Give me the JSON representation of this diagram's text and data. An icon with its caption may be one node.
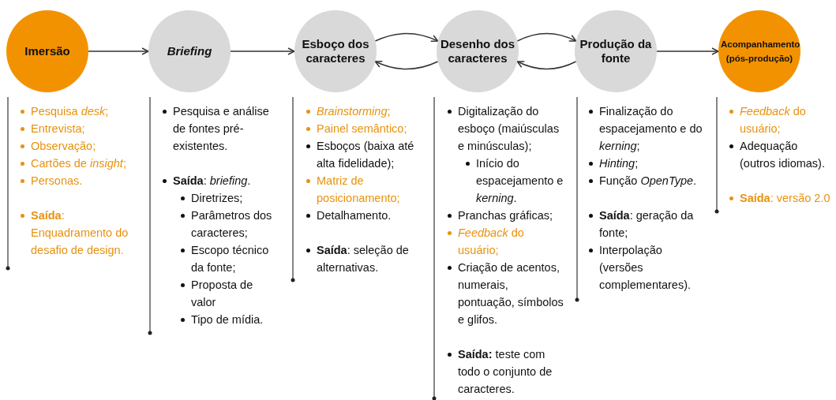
{
  "diagram": {
    "nodes": [
      {
        "text": [
          "Imersão"
        ],
        "beside": [
          "Pesquisa *desk*;",
          "Entrevista;",
          "Observação;",
          "Cartões de *insight*;",
          "Personas.",
          "**Saída**: Enquadramento do desafio de design."
        ]
      },
      {
        "text": [
          "Briefing"
        ],
        "beside": [
          "Pesquisa e análise de fontes pré-existentes.",
          "**Saída**: *briefing*.",
          "Diretrizes;",
          "Parâmetros dos caracteres;",
          "Escopo técnico da fonte;",
          "Proposta de valor",
          "Tipo de mídia."
        ]
      },
      {
        "text": [
          "Esboço dos caracteres"
        ],
        "beside": [
          "*Brainstorming*;",
          "Painel semântico;",
          "Esboços (baixa até alta fidelidade);",
          "Matriz de posicionamento;",
          "Detalhamento.",
          "**Saída**: seleção de alternativas."
        ]
      },
      {
        "text": [
          "Desenho dos caracteres"
        ],
        "beside": [
          "Digitalização do esboço (maiúsculas e minúsculas);",
          "Início do espacejamento e *kerning*.",
          "Pranchas gráficas;",
          "*Feedback* do usuário;",
          "Criação de acentos, numerais, pontuação, símbolos e glifos.",
          "**Saída:** teste com todo o conjunto de caracteres."
        ]
      },
      {
        "text": [
          "Produção da fonte"
        ],
        "beside": [
          "Finalização do espacejamento e do *kerning*;",
          "*Hinting*;",
          "Função *OpenType*.",
          "**Saída**: geração da fonte;",
          "Interpolação (versões complementares)."
        ]
      },
      {
        "text": [
          "Acompanhamento (pós-produção)"
        ],
        "beside": [
          "*Feedback* do usuário;",
          "Adequação (outros idiomas).",
          "**Saída**: versão 2.0"
        ]
      }
    ],
    "edges": [
      {
        "from": 0,
        "to": 1,
        "arrow": "to"
      },
      {
        "from": 1,
        "to": 2,
        "arrow": "to"
      },
      {
        "from": 2,
        "to": 3,
        "arrow": "to"
      },
      {
        "from": 3,
        "to": 2,
        "arrow": "to"
      },
      {
        "from": 3,
        "to": 4,
        "arrow": "to"
      },
      {
        "from": 4,
        "to": 3,
        "arrow": "to"
      },
      {
        "from": 4,
        "to": 5,
        "arrow": "to"
      }
    ]
  }
}
